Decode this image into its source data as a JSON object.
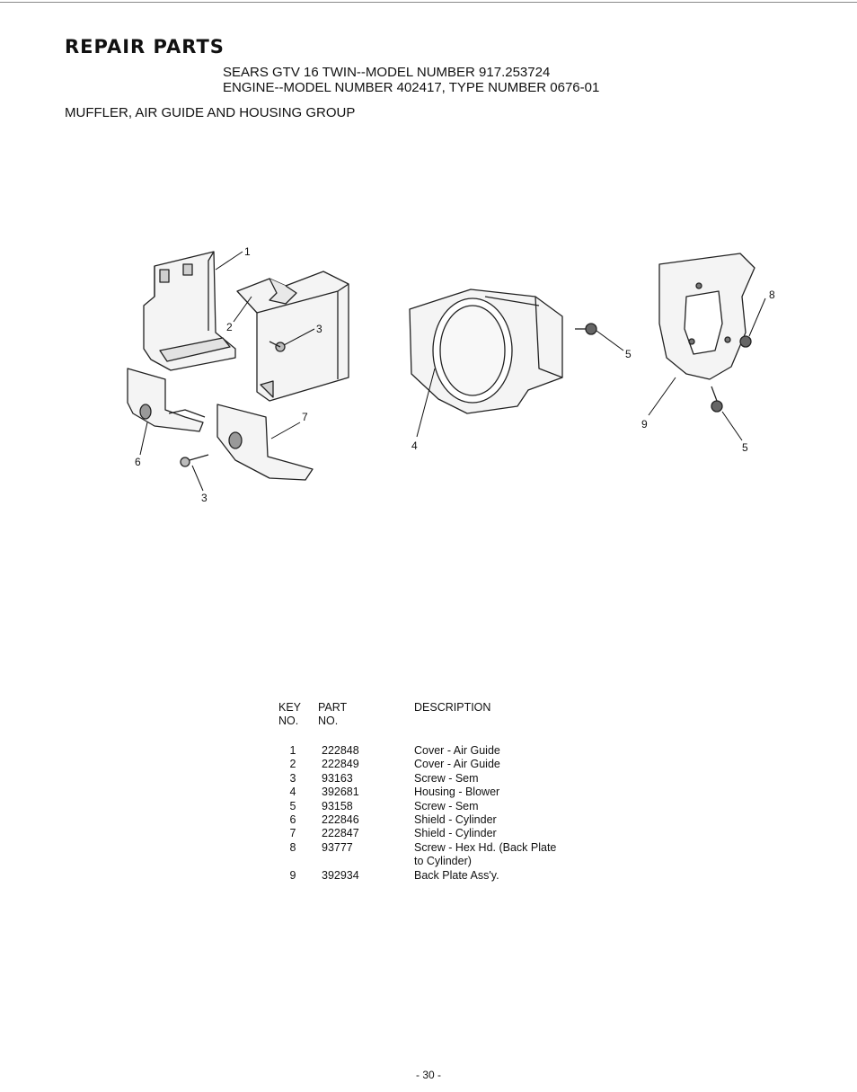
{
  "header": {
    "section_title": "REPAIR PARTS",
    "model_line_1": "SEARS GTV 16 TWIN--MODEL NUMBER 917.253724",
    "model_line_2": "ENGINE--MODEL NUMBER 402417, TYPE NUMBER 0676-01",
    "group_title": "MUFFLER, AIR GUIDE AND HOUSING GROUP"
  },
  "diagram": {
    "callouts": [
      "1",
      "2",
      "3",
      "6",
      "7",
      "3",
      "4",
      "5",
      "8",
      "9",
      "5"
    ]
  },
  "parts_table": {
    "headers": {
      "key_line1": "KEY",
      "key_line2": "NO.",
      "part_line1": "PART",
      "part_line2": "NO.",
      "description": "DESCRIPTION"
    },
    "rows": [
      {
        "key": "1",
        "part": "222848",
        "description": "Cover - Air Guide"
      },
      {
        "key": "2",
        "part": "222849",
        "description": "Cover - Air Guide"
      },
      {
        "key": "3",
        "part": "93163",
        "description": "Screw - Sem"
      },
      {
        "key": "4",
        "part": "392681",
        "description": "Housing - Blower"
      },
      {
        "key": "5",
        "part": "93158",
        "description": "Screw - Sem"
      },
      {
        "key": "6",
        "part": "222846",
        "description": "Shield - Cylinder"
      },
      {
        "key": "7",
        "part": "222847",
        "description": "Shield - Cylinder"
      },
      {
        "key": "8",
        "part": "93777",
        "description": "Screw - Hex Hd. (Back Plate",
        "description_cont": "to Cylinder)"
      },
      {
        "key": "9",
        "part": "392934",
        "description": "Back Plate Ass'y."
      }
    ]
  },
  "footer": {
    "page_number": "- 30 -"
  }
}
